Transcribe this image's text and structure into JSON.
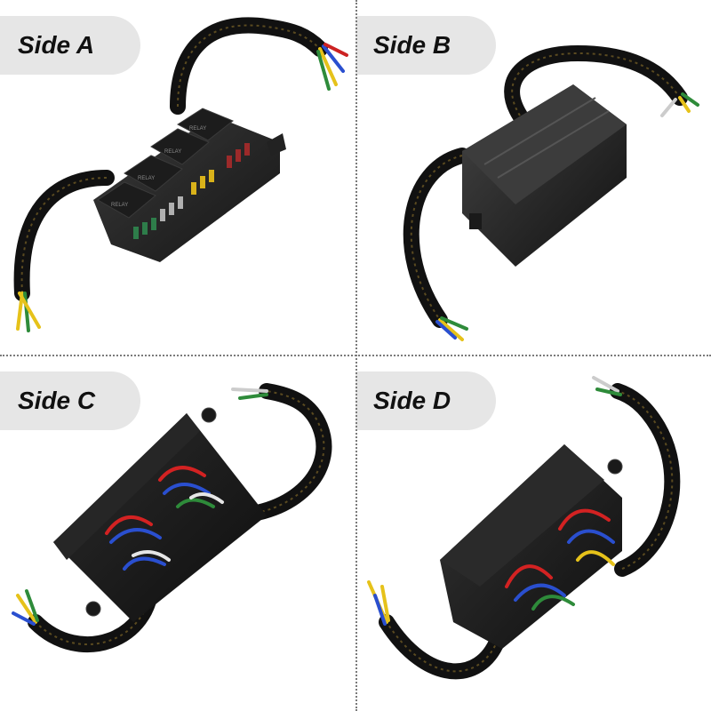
{
  "panels": [
    {
      "label": "Side A"
    },
    {
      "label": "Side B"
    },
    {
      "label": "Side C"
    },
    {
      "label": "Side D"
    }
  ]
}
